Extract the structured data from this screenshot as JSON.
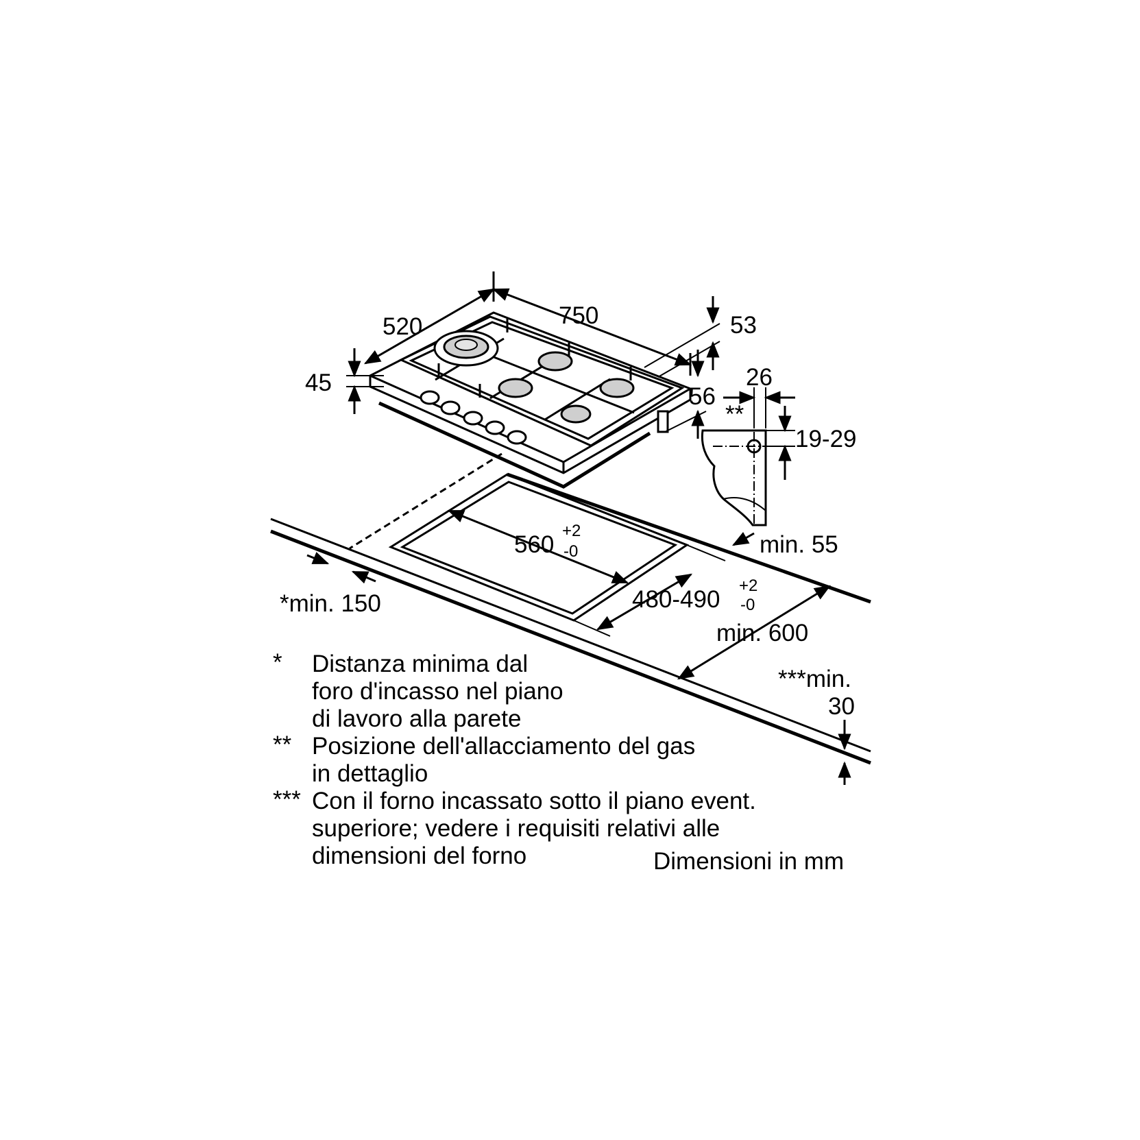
{
  "dimensions": {
    "depth": "520",
    "width": "750",
    "height_front": "45",
    "height_back": "53",
    "gas_height": "56",
    "gas_offset": "26",
    "gas_marker": "**",
    "gas_range": "19-29",
    "cutout_width": "560",
    "cutout_width_tol_plus": "+2",
    "cutout_width_tol_minus": "-0",
    "cutout_depth": "480-490",
    "cutout_depth_tol_plus": "+2",
    "cutout_depth_tol_minus": "-0",
    "min_wall_side": "min. 55",
    "min_wall_back": "*min. 150",
    "min_worktop": "min. 600",
    "min_thickness_label": "***min.",
    "min_thickness_value": "30"
  },
  "notes": [
    {
      "marker": "*",
      "lines": [
        "Distanza minima dal",
        "foro d'incasso nel piano",
        "di lavoro alla parete"
      ]
    },
    {
      "marker": "**",
      "lines": [
        "Posizione dell'allacciamento del gas",
        "in dettaglio"
      ]
    },
    {
      "marker": "***",
      "lines": [
        "Con il forno incassato sotto il piano event.",
        "superiore; vedere i requisiti relativi alle",
        "dimensioni del forno"
      ]
    }
  ],
  "units_note": "Dimensioni in mm"
}
